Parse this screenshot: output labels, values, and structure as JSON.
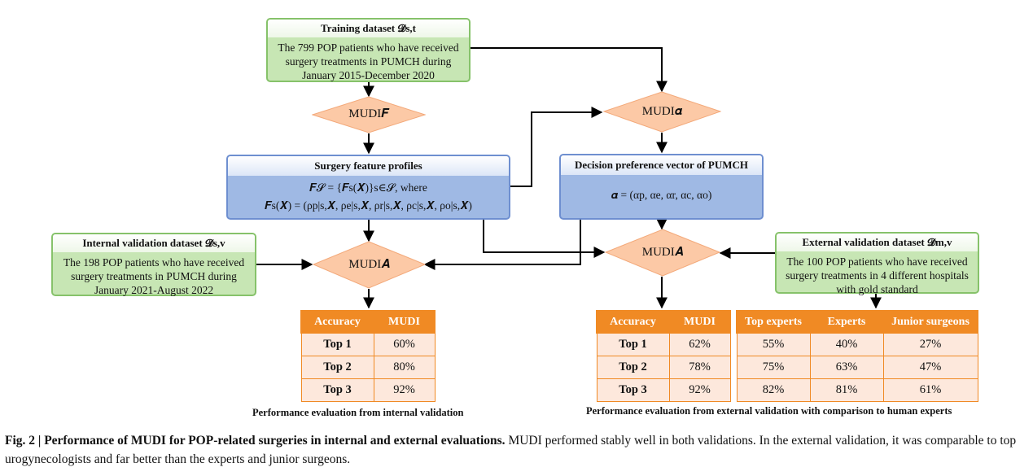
{
  "training": {
    "title": "Training dataset 𝓓s,t",
    "body": "The 799 POP  patients who have received surgery treatments in PUMCH during January 2015-December 2020"
  },
  "mudi_f": "MUDI𝑭",
  "mudi_alpha": "MUDI𝜶",
  "mudi_a_left": "MUDI𝑨",
  "mudi_a_right": "MUDI𝑨",
  "surgery_profiles": {
    "title": "Surgery feature profiles",
    "line1": "𝑭𝓢 = {𝑭s(𝑿)}s∈𝓢, where",
    "line2": "𝑭s(𝑿) = (ρp|s,𝑿, ρe|s,𝑿, ρr|s,𝑿, ρc|s,𝑿, ρo|s,𝑿)"
  },
  "decision_vector": {
    "title": "Decision preference vector of PUMCH",
    "line1": "𝜶 = (αp, αe, αr, αc, αo)"
  },
  "internal": {
    "title": "Internal validation dataset 𝓓s,v",
    "body": "The 198 POP  patients who have received surgery treatments in PUMCH during January 2021-August 2022"
  },
  "external": {
    "title": "External validation dataset 𝓓m,v",
    "body": "The 100 POP  patients who have received surgery treatments in 4 different hospitals with gold standard"
  },
  "table_internal": {
    "headers": [
      "Accuracy",
      "MUDI"
    ],
    "rows": [
      [
        "Top 1",
        "60%"
      ],
      [
        "Top 2",
        "80%"
      ],
      [
        "Top 3",
        "92%"
      ]
    ]
  },
  "table_external": {
    "headers": [
      "Accuracy",
      "MUDI"
    ],
    "rows": [
      [
        "Top 1",
        "62%"
      ],
      [
        "Top 2",
        "78%"
      ],
      [
        "Top 3",
        "92%"
      ]
    ]
  },
  "table_experts": {
    "headers": [
      "Top experts",
      "Experts",
      "Junior surgeons"
    ],
    "rows": [
      [
        "55%",
        "40%",
        "27%"
      ],
      [
        "75%",
        "63%",
        "47%"
      ],
      [
        "82%",
        "81%",
        "61%"
      ]
    ]
  },
  "caption_internal": "Performance evaluation from internal validation",
  "caption_external": "Performance evaluation from external validation with comparison to human experts",
  "figure": {
    "label": "Fig. 2 | Performance of MUDI for POP-related surgeries in internal and external evaluations.",
    "text": " MUDI performed stably well in both validations. In the external validation, it was comparable to top urogynecologists and far better than the experts and junior surgeons."
  },
  "colors": {
    "green_fill": "#c7e6b4",
    "blue_fill": "#9fb9e4",
    "diamond_fill": "#fcc9a6",
    "table_header": "#f08a24",
    "table_cell": "#fde8dc"
  }
}
